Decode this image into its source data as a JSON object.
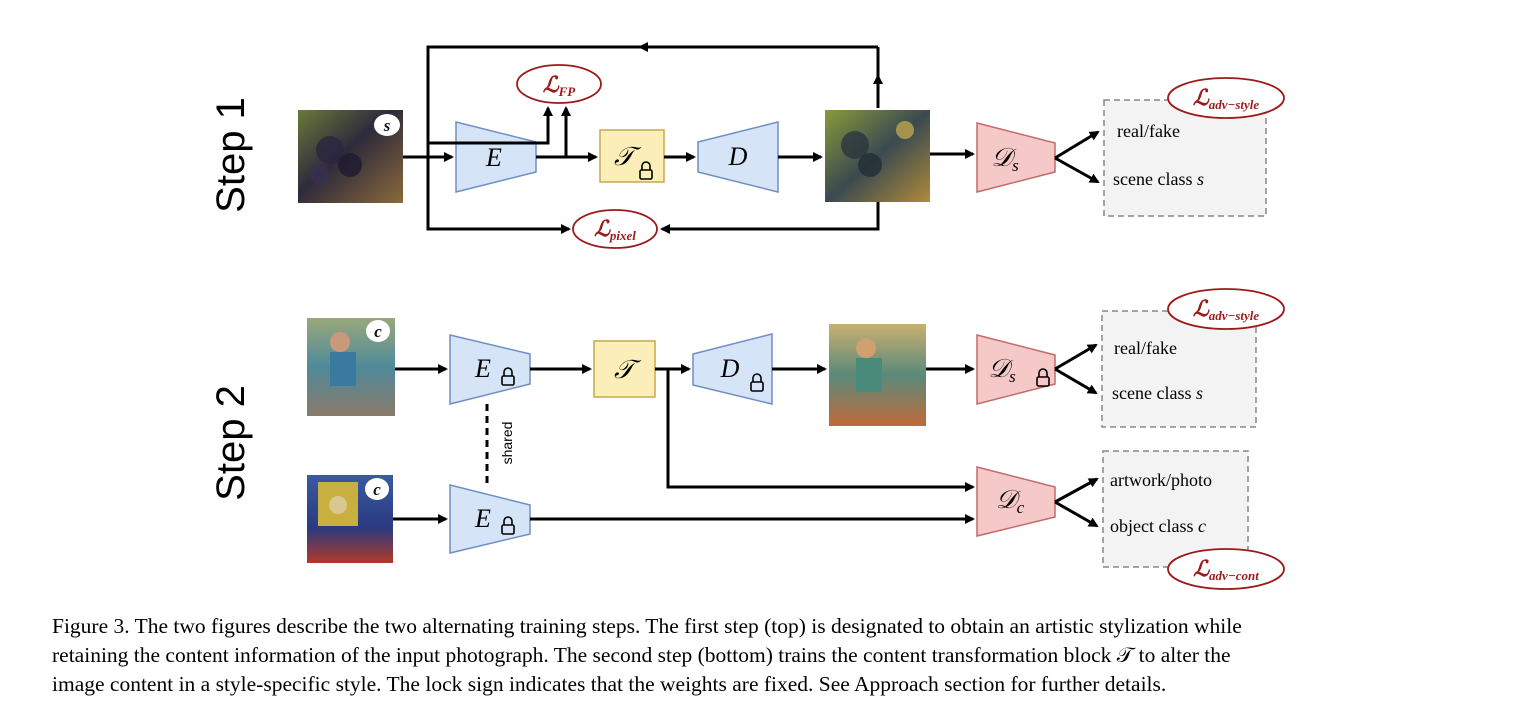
{
  "steps": {
    "step1_label": "Step 1",
    "step2_label": "Step 2"
  },
  "step1": {
    "input_badge": "s",
    "encoder": "E",
    "transform": "𝒯",
    "decoder": "D",
    "discriminator_main": "𝒟",
    "discriminator_sub": "s",
    "loss_fp_main": "ℒ",
    "loss_fp_sub": "FP",
    "loss_pixel_main": "ℒ",
    "loss_pixel_sub": "pixel",
    "loss_adv_main": "ℒ",
    "loss_adv_sub": "adv−style",
    "outputs": [
      "real/fake",
      "scene  class "
    ],
    "outputs_var": "s"
  },
  "step2": {
    "photo_badge": "c",
    "art_badge": "c",
    "encoder_top": "E",
    "encoder_bottom": "E",
    "shared_label": "shared",
    "transform": "𝒯",
    "decoder": "D",
    "disc_style_main": "𝒟",
    "disc_style_sub": "s",
    "disc_content_main": "𝒟",
    "disc_content_sub": "c",
    "loss_adv_style_main": "ℒ",
    "loss_adv_style_sub": "adv−style",
    "loss_adv_cont_main": "ℒ",
    "loss_adv_cont_sub": "adv−cont",
    "style_outputs": [
      "real/fake",
      "scene  class "
    ],
    "style_outputs_var": "s",
    "content_outputs": [
      "artwork/photo",
      "object  class "
    ],
    "content_outputs_var": "c"
  },
  "caption": {
    "line1": "Figure 3. The two figures describe the two alternating training steps. The first step (top) is designated to obtain an artistic stylization while",
    "line2": "retaining the content information of the input photograph. The second step (bottom) trains the content transformation block 𝒯 to alter the",
    "line3": "image content in a style-specific style. The lock sign indicates that the weights are fixed. See Approach section for further details."
  },
  "colors": {
    "encoder_fill": "#d6e4f7",
    "encoder_stroke": "#6f8fc4",
    "transform_fill": "#fbeeb8",
    "transform_stroke": "#c9aa4a",
    "disc_fill": "#f6c9c9",
    "disc_stroke": "#c46a6a",
    "loss_color": "#9b1a1a",
    "box_fill": "#f3f3f3"
  },
  "icons": [
    "lock-icon",
    "arrow-head"
  ]
}
